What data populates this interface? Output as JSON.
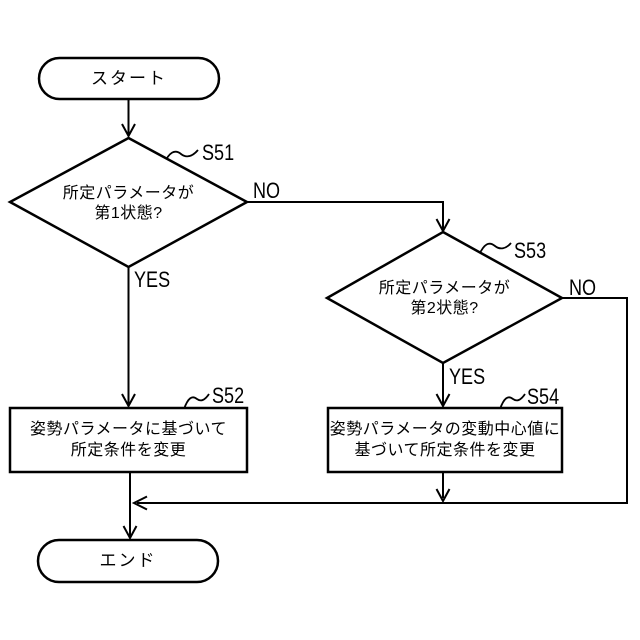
{
  "figure": {
    "type": "flowchart",
    "background_color": "#ffffff",
    "line_color": "#000000"
  },
  "nodes": {
    "start": {
      "label": "スタート"
    },
    "decision1": {
      "step": "S51",
      "text_line1": "所定パラメータが",
      "text_line2": "第1状態?",
      "yes_label": "YES",
      "no_label": "NO"
    },
    "decision2": {
      "step": "S53",
      "text_line1": "所定パラメータが",
      "text_line2": "第2状態?",
      "yes_label": "YES",
      "no_label": "NO"
    },
    "process1": {
      "step": "S52",
      "text_line1": "姿勢パラメータに基づいて",
      "text_line2": "所定条件を変更"
    },
    "process2": {
      "step": "S54",
      "text_line1": "姿勢パラメータの変動中心値に",
      "text_line2": "基づいて所定条件を変更"
    },
    "end": {
      "label": "エンド"
    }
  }
}
